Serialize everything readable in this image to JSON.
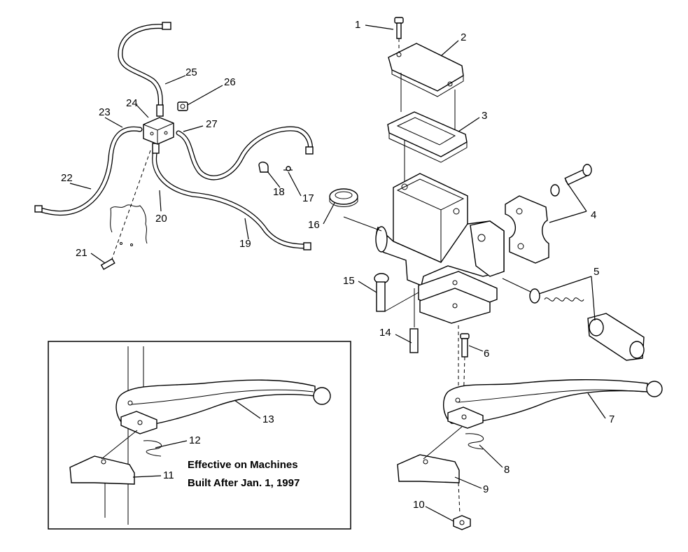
{
  "diagram": {
    "callouts": [
      "1",
      "2",
      "3",
      "4",
      "5",
      "6",
      "7",
      "8",
      "9",
      "10",
      "11",
      "12",
      "13",
      "14",
      "15",
      "16",
      "17",
      "18",
      "19",
      "20",
      "21",
      "22",
      "23",
      "24",
      "25",
      "26",
      "27"
    ],
    "inset_note": {
      "line1": "Effective on Machines",
      "line2": "Built After Jan. 1, 1997"
    }
  }
}
